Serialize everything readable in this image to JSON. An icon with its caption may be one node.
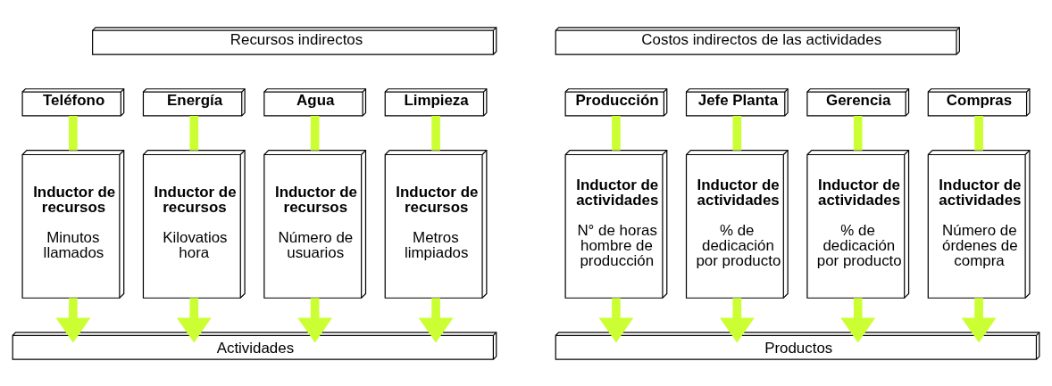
{
  "diagram": {
    "nodes": [
      {
        "text": [
          "Recursos indirectos"
        ]
      },
      {
        "text": [
          "Teléfono"
        ]
      },
      {
        "text": [
          "Energía"
        ]
      },
      {
        "text": [
          "Agua"
        ]
      },
      {
        "text": [
          "Limpieza"
        ]
      },
      {
        "text": [
          "Inductor de recursos",
          "Minutos llamados"
        ]
      },
      {
        "text": [
          "Inductor de recursos",
          "Kilovatios hora"
        ]
      },
      {
        "text": [
          "Inductor de recursos",
          "Número de usuarios"
        ]
      },
      {
        "text": [
          "Inductor de recursos",
          "Metros limpiados"
        ]
      },
      {
        "text": [
          "Actividades"
        ]
      },
      {
        "text": [
          "Costos indirectos de las actividades"
        ]
      },
      {
        "text": [
          "Producción"
        ]
      },
      {
        "text": [
          "Jefe Planta"
        ]
      },
      {
        "text": [
          "Gerencia"
        ]
      },
      {
        "text": [
          "Compras"
        ]
      },
      {
        "text": [
          "Inductor de actividades",
          "N° de horas hombre de producción"
        ]
      },
      {
        "text": [
          "Inductor de actividades",
          "% de dedicación por producto"
        ]
      },
      {
        "text": [
          "Inductor de actividades",
          "% de dedicación por producto"
        ]
      },
      {
        "text": [
          "Inductor de actividades",
          "Número de órdenes de compra"
        ]
      },
      {
        "text": [
          "Productos"
        ]
      }
    ],
    "edges": [
      {
        "from": 1,
        "to": 5,
        "arrow": "none"
      },
      {
        "from": 2,
        "to": 6,
        "arrow": "none"
      },
      {
        "from": 3,
        "to": 7,
        "arrow": "none"
      },
      {
        "from": 4,
        "to": 8,
        "arrow": "none"
      },
      {
        "from": 5,
        "to": 9,
        "arrow": "to"
      },
      {
        "from": 6,
        "to": 9,
        "arrow": "to"
      },
      {
        "from": 7,
        "to": 9,
        "arrow": "to"
      },
      {
        "from": 8,
        "to": 9,
        "arrow": "to"
      },
      {
        "from": 11,
        "to": 15,
        "arrow": "none"
      },
      {
        "from": 12,
        "to": 16,
        "arrow": "none"
      },
      {
        "from": 13,
        "to": 17,
        "arrow": "none"
      },
      {
        "from": 14,
        "to": 18,
        "arrow": "none"
      },
      {
        "from": 15,
        "to": 19,
        "arrow": "to"
      },
      {
        "from": 16,
        "to": 19,
        "arrow": "to"
      },
      {
        "from": 17,
        "to": 19,
        "arrow": "to"
      },
      {
        "from": 18,
        "to": 19,
        "arrow": "to"
      }
    ]
  }
}
